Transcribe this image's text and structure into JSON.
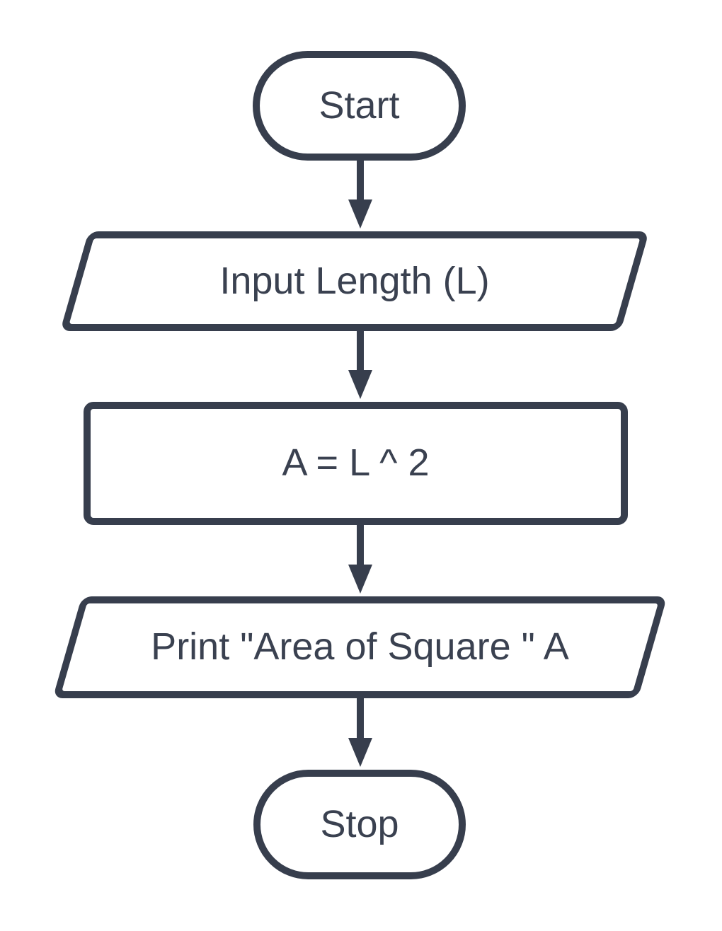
{
  "diagram": {
    "type": "flowchart",
    "description": "Flowchart computing the area of a square",
    "colors": {
      "stroke": "#373E4D",
      "fill": "#FFFFFF",
      "text": "#3A4150",
      "background": "#FFFFFF"
    },
    "nodes": [
      {
        "id": "start",
        "shape": "terminator",
        "label": "Start"
      },
      {
        "id": "input",
        "shape": "parallelogram",
        "label": "Input Length (L)"
      },
      {
        "id": "process",
        "shape": "rectangle",
        "label": "A = L ^ 2"
      },
      {
        "id": "output",
        "shape": "parallelogram",
        "label": "Print \"Area of Square \" A"
      },
      {
        "id": "stop",
        "shape": "terminator",
        "label": "Stop"
      }
    ],
    "edges": [
      {
        "from": "start",
        "to": "input",
        "style": "solid-arrow-down"
      },
      {
        "from": "input",
        "to": "process",
        "style": "solid-arrow-down"
      },
      {
        "from": "process",
        "to": "output",
        "style": "solid-arrow-down"
      },
      {
        "from": "output",
        "to": "stop",
        "style": "solid-arrow-down"
      }
    ]
  }
}
